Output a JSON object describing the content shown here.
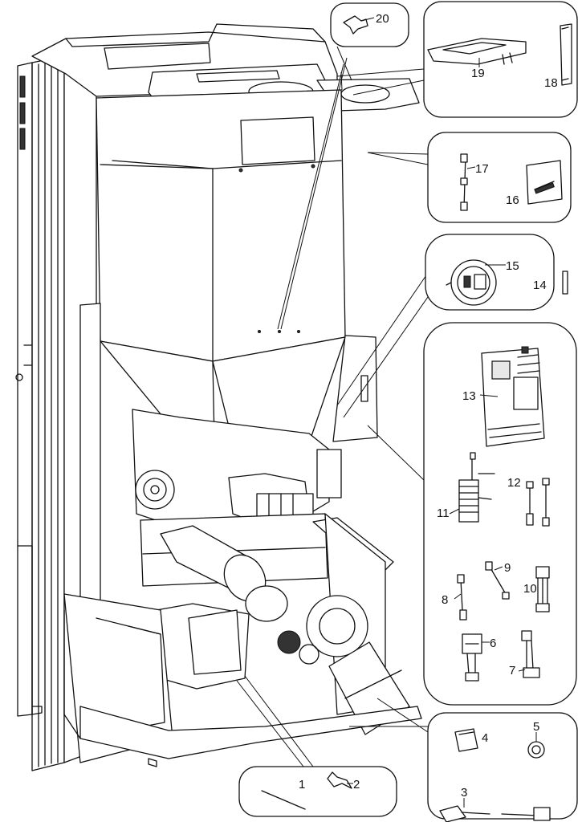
{
  "parts": [
    {
      "id": "part-1",
      "label": "1"
    },
    {
      "id": "part-2",
      "label": "2"
    },
    {
      "id": "part-3",
      "label": "3"
    },
    {
      "id": "part-4",
      "label": "4"
    },
    {
      "id": "part-5",
      "label": "5"
    },
    {
      "id": "part-6",
      "label": "6"
    },
    {
      "id": "part-7",
      "label": "7"
    },
    {
      "id": "part-8",
      "label": "8"
    },
    {
      "id": "part-9",
      "label": "9"
    },
    {
      "id": "part-10",
      "label": "10"
    },
    {
      "id": "part-11",
      "label": "11"
    },
    {
      "id": "part-12",
      "label": "12"
    },
    {
      "id": "part-13",
      "label": "13"
    },
    {
      "id": "part-14",
      "label": "14"
    },
    {
      "id": "part-15",
      "label": "15"
    },
    {
      "id": "part-16",
      "label": "16"
    },
    {
      "id": "part-17",
      "label": "17"
    },
    {
      "id": "part-18",
      "label": "18"
    },
    {
      "id": "part-19",
      "label": "19"
    },
    {
      "id": "part-20",
      "label": "20"
    }
  ]
}
